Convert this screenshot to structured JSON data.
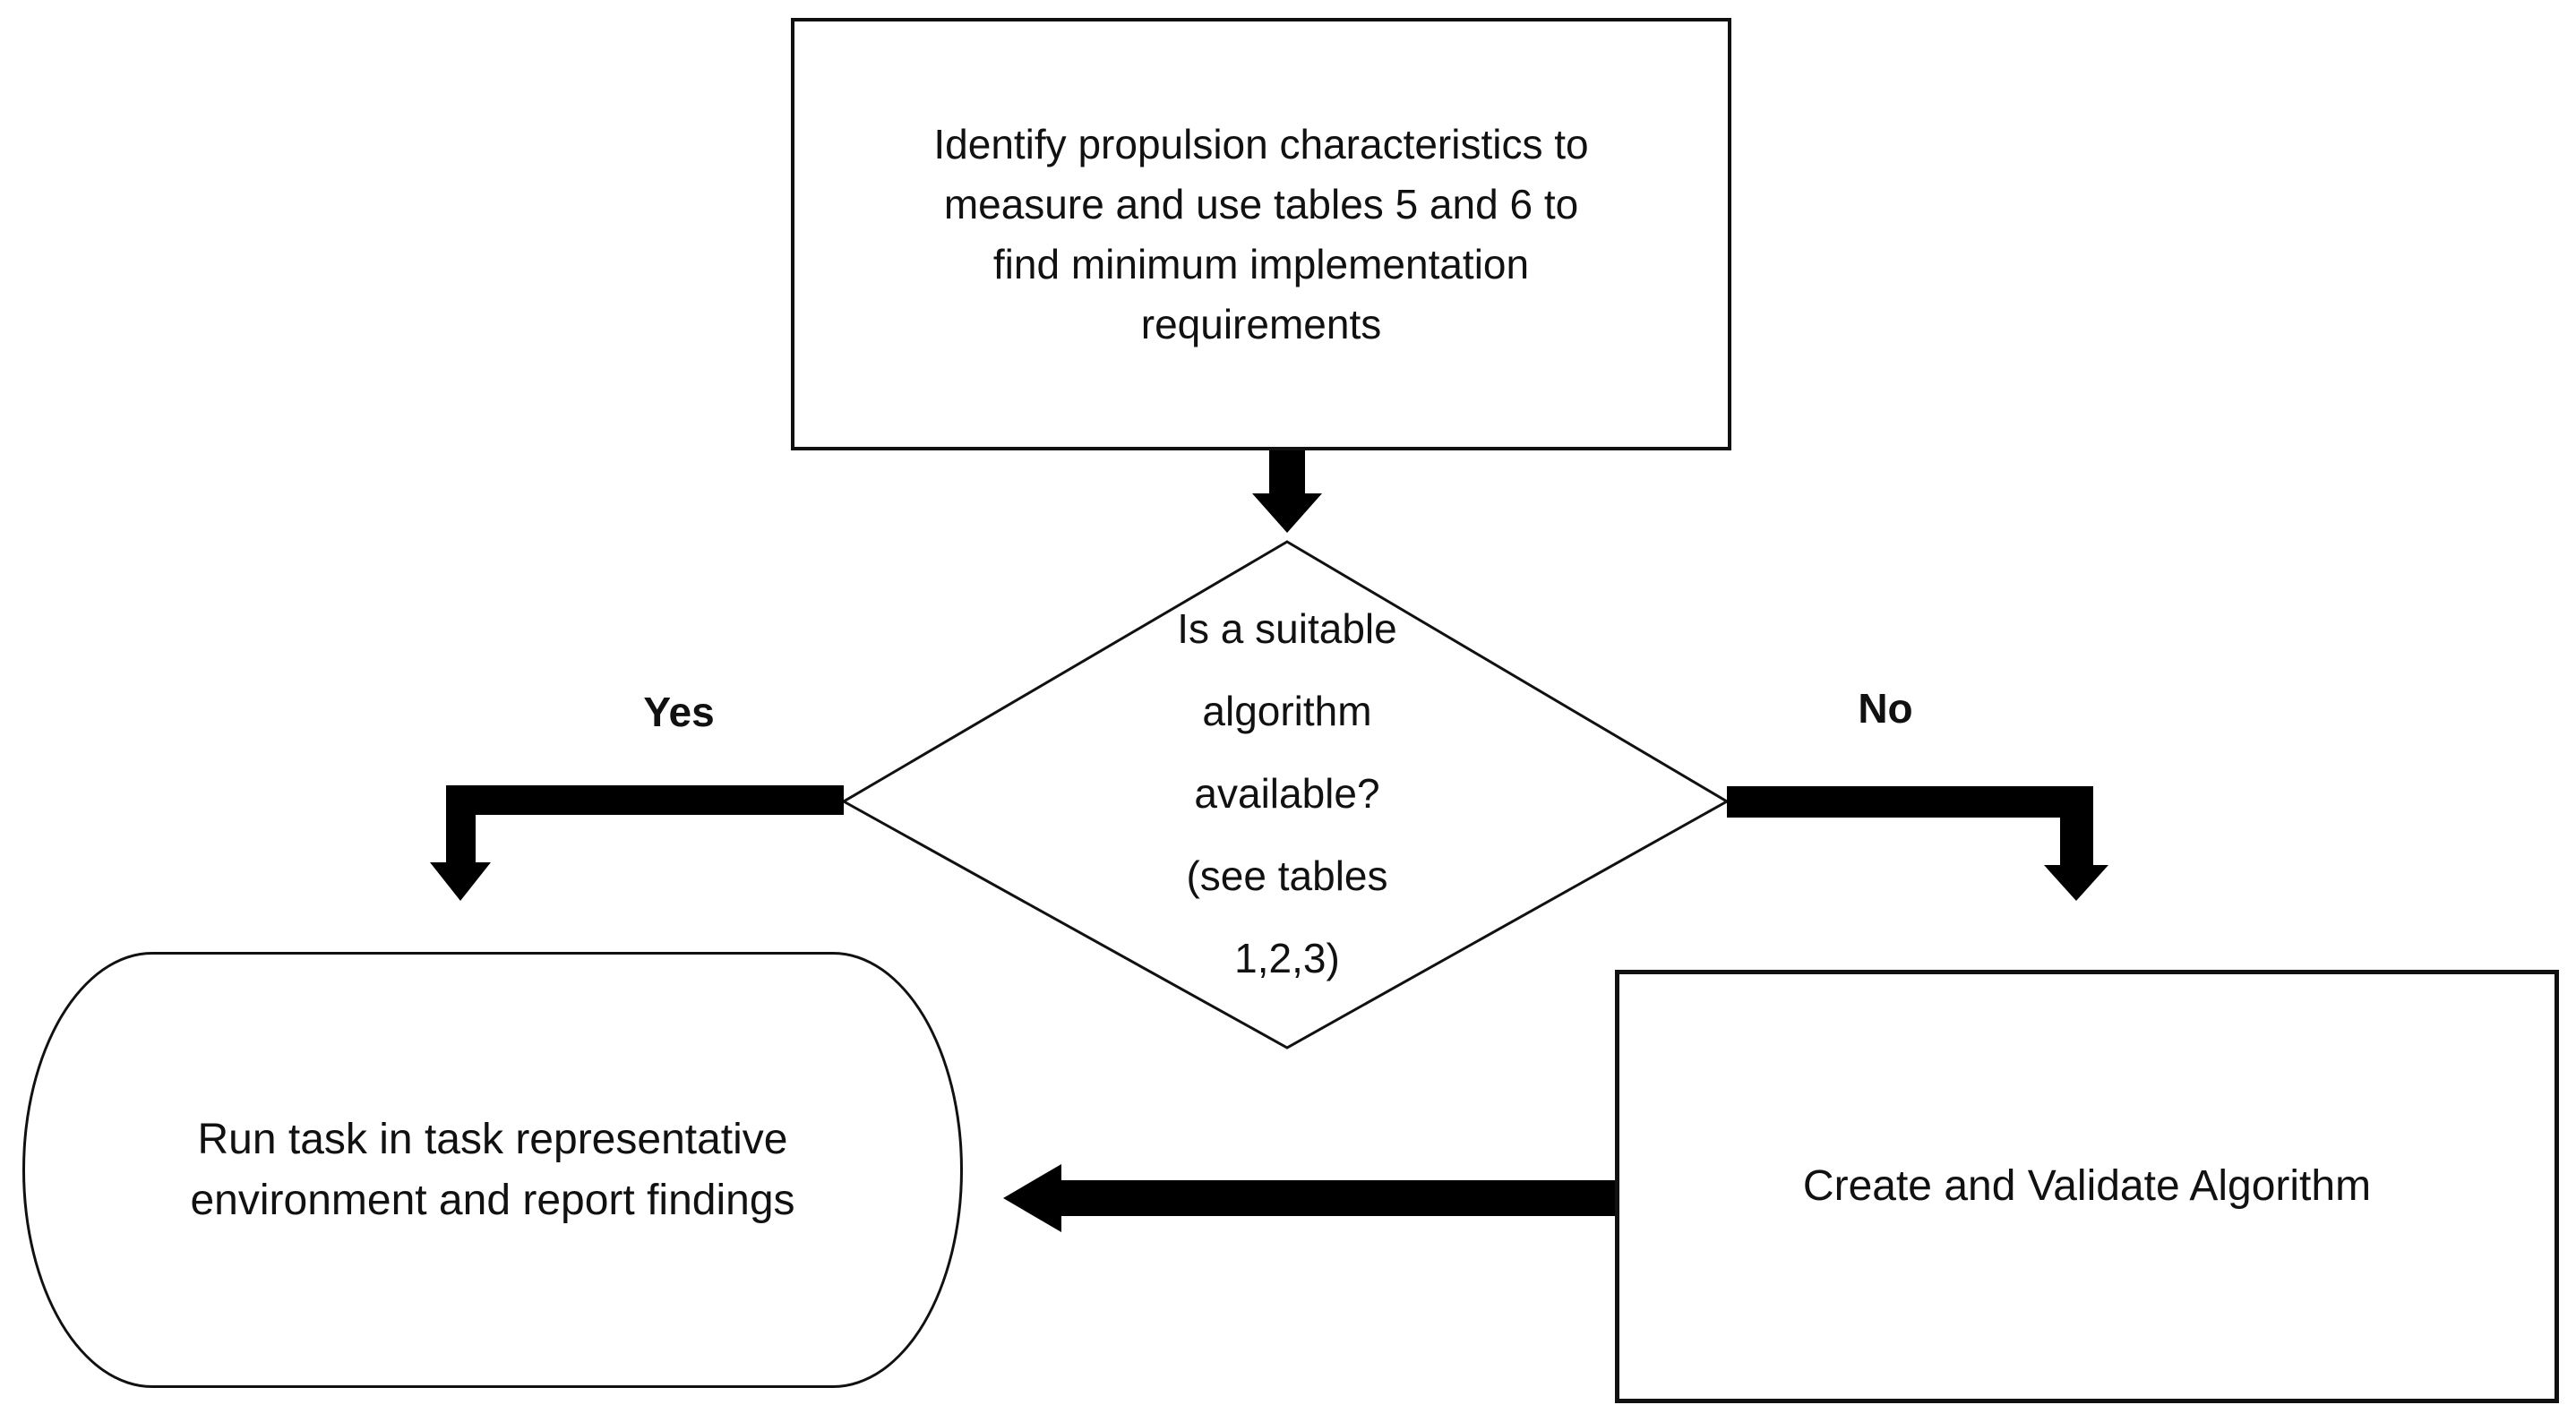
{
  "diagram": {
    "nodes": {
      "start": {
        "shape": "rectangle",
        "lines": [
          "Identify propulsion characteristics to",
          "measure and use tables 5 and 6 to",
          "find minimum implementation",
          "requirements"
        ]
      },
      "decision": {
        "shape": "diamond",
        "lines": [
          "Is a suitable",
          "algorithm",
          "available?",
          "(see tables",
          "1,2,3)"
        ]
      },
      "run_task": {
        "shape": "rounded-rectangle",
        "lines": [
          "Run task in task representative",
          "environment and report findings"
        ]
      },
      "create_algorithm": {
        "shape": "rectangle",
        "lines": [
          "Create and Validate Algorithm"
        ]
      }
    },
    "edges": [
      {
        "from": "start",
        "to": "decision",
        "label": ""
      },
      {
        "from": "decision",
        "to": "run_task",
        "label": "Yes"
      },
      {
        "from": "decision",
        "to": "create_algorithm",
        "label": "No"
      },
      {
        "from": "create_algorithm",
        "to": "run_task",
        "label": ""
      }
    ],
    "colors": {
      "background": "#ffffff",
      "shape_fill": "#ffffff",
      "border": "#111111",
      "arrow": "#000000",
      "text": "#111111"
    }
  }
}
